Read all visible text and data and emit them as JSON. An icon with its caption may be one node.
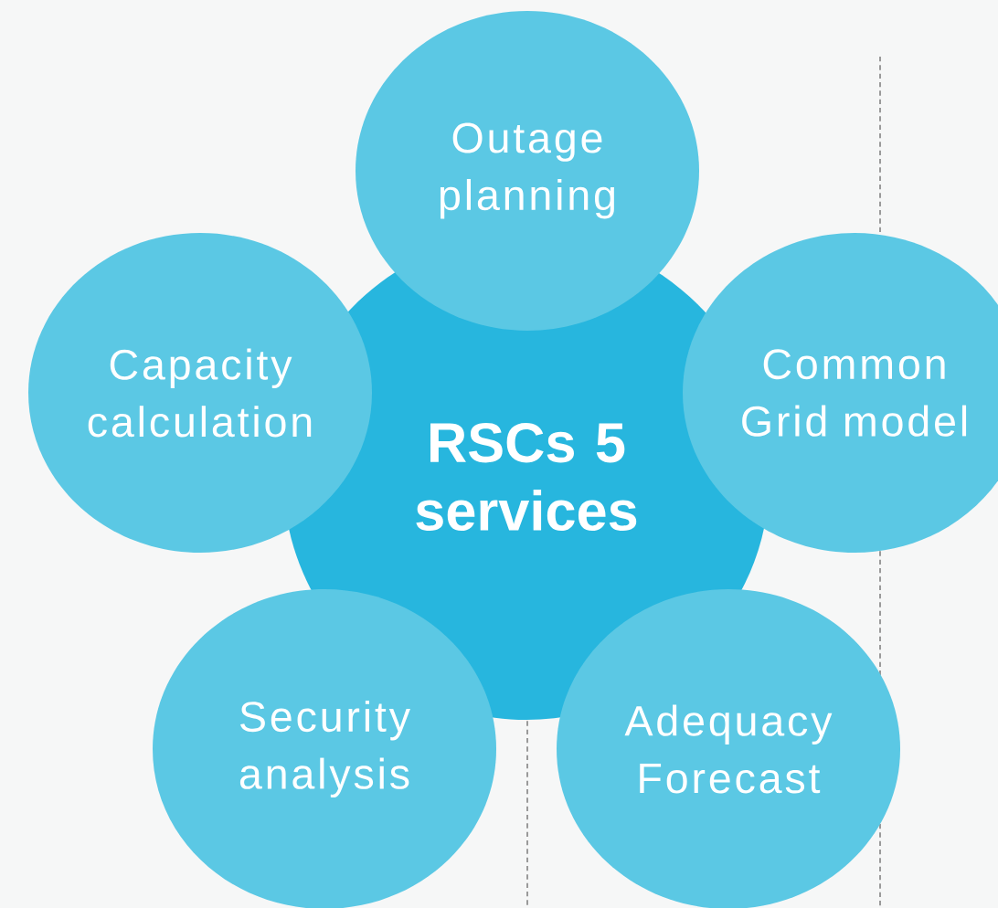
{
  "diagram": {
    "nodes": [
      {
        "text": [
          "Outage planning"
        ]
      },
      {
        "text": [
          "Capacity calculation"
        ]
      },
      {
        "text": [
          "RSCs 5 services"
        ]
      },
      {
        "text": [
          "Common Grid model"
        ]
      },
      {
        "text": [
          "Security analysis"
        ]
      },
      {
        "text": [
          "Adequacy Forecast"
        ]
      }
    ]
  }
}
